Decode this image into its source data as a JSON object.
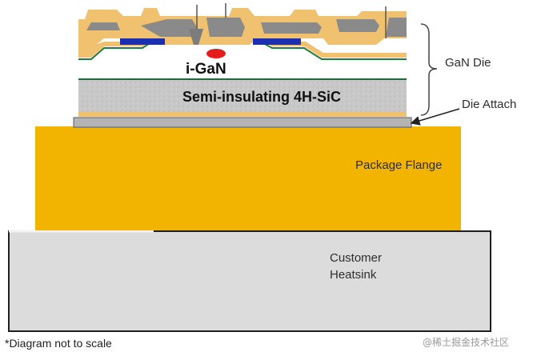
{
  "labels": {
    "i_gan": "i-GaN",
    "substrate": "Semi-insulating 4H-SiC",
    "package_flange": "Package Flange",
    "customer_heatsink": "Customer Heatsink",
    "gan_die": "GaN Die",
    "die_attach": "Die Attach",
    "footnote": "*Diagram not to scale"
  },
  "watermark": "@稀土掘金技术社区",
  "colors": {
    "metal_gold": "#f0c270",
    "metal_grey": "#8a8a8a",
    "gate_blue": "#1c2fb0",
    "channel_red": "#e51c1c",
    "passivation_green": "#217a3f",
    "sic_grey": "#c8c8c8",
    "die_attach_grey": "#b4b4b4",
    "flange_orange": "#f3b400",
    "heatsink_grey": "#dcdcdc"
  }
}
